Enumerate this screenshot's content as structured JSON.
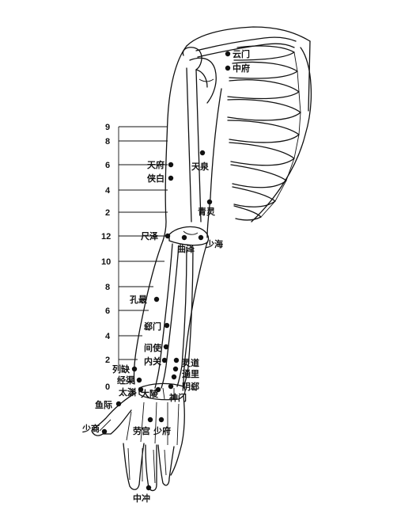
{
  "figure": {
    "scale_labels": [
      {
        "id": "s9",
        "text": "9"
      },
      {
        "id": "s8",
        "text": "8"
      },
      {
        "id": "s6a",
        "text": "6"
      },
      {
        "id": "s4a",
        "text": "4"
      },
      {
        "id": "s2a",
        "text": "2"
      },
      {
        "id": "s12",
        "text": "12"
      },
      {
        "id": "s10",
        "text": "10"
      },
      {
        "id": "s8b",
        "text": "8"
      },
      {
        "id": "s6b",
        "text": "6"
      },
      {
        "id": "s4b",
        "text": "4"
      },
      {
        "id": "s2b",
        "text": "2"
      },
      {
        "id": "s0",
        "text": "0"
      }
    ],
    "points": [
      {
        "id": "yunmen",
        "text": "云门"
      },
      {
        "id": "zhongfu",
        "text": "中府"
      },
      {
        "id": "tianfu",
        "text": "天府"
      },
      {
        "id": "xiabai",
        "text": "侠白"
      },
      {
        "id": "tianquan",
        "text": "天泉"
      },
      {
        "id": "qingling",
        "text": "青灵"
      },
      {
        "id": "chize",
        "text": "尺泽"
      },
      {
        "id": "quze",
        "text": "曲泽"
      },
      {
        "id": "shaohai",
        "text": "少海"
      },
      {
        "id": "kongzui",
        "text": "孔最"
      },
      {
        "id": "ximen",
        "text": "郄门"
      },
      {
        "id": "jianshi",
        "text": "间使"
      },
      {
        "id": "neiguan",
        "text": "内关"
      },
      {
        "id": "lingdao",
        "text": "灵道"
      },
      {
        "id": "tongli",
        "text": "通里"
      },
      {
        "id": "yinxi",
        "text": "阴郄"
      },
      {
        "id": "lieque",
        "text": "列缺"
      },
      {
        "id": "jingqu",
        "text": "经渠"
      },
      {
        "id": "taiyuan",
        "text": "太渊"
      },
      {
        "id": "daling",
        "text": "大陵"
      },
      {
        "id": "shenmen",
        "text": "神门"
      },
      {
        "id": "yuji",
        "text": "鱼际"
      },
      {
        "id": "shaoshang",
        "text": "少商"
      },
      {
        "id": "laogong",
        "text": "劳宫"
      },
      {
        "id": "shaofu",
        "text": "少府"
      },
      {
        "id": "zhongchong",
        "text": "中冲"
      }
    ]
  }
}
